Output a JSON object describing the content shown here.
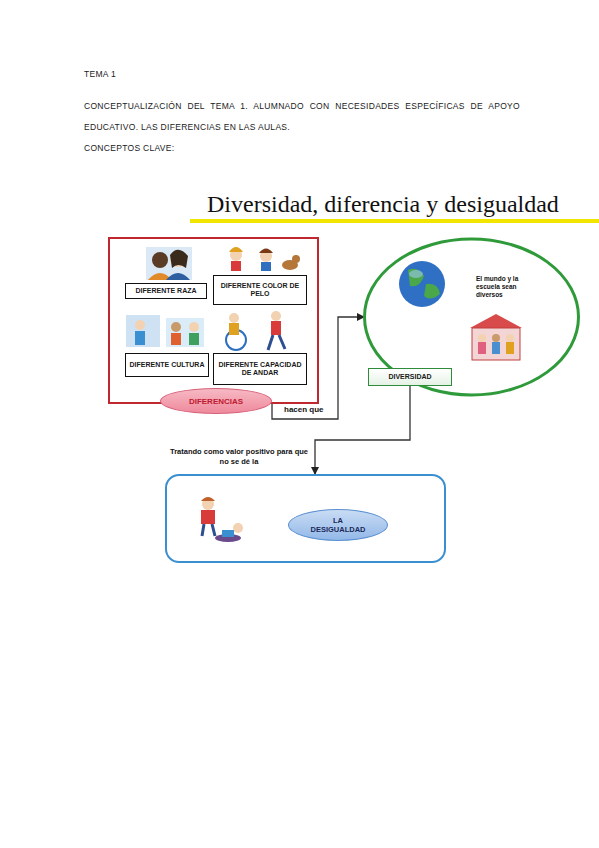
{
  "diagram": {
    "title": "Diversidad, diferencia y desigualdad",
    "nodes": [
      {
        "text": [
          "DIFERENCIAS"
        ]
      },
      {
        "text": [
          "DIFERENTE RAZA"
        ],
        "in": 0
      },
      {
        "text": [
          "DIFERENTE COLOR DE PELO"
        ],
        "in": 0
      },
      {
        "text": [
          "DIFERENTE CULTURA"
        ],
        "in": 0
      },
      {
        "text": [
          "DIFERENTE CAPACIDAD DE ANDAR"
        ],
        "in": 0
      },
      {
        "text": [
          "El mundo y la escuela sean diversos"
        ]
      },
      {
        "text": [
          "DIVERSIDAD"
        ],
        "in": 5
      },
      {
        "text": [
          "LA DESIGUALDAD"
        ]
      }
    ],
    "edges": [
      {
        "from": 0,
        "to": 5,
        "label": "hacen que",
        "arrow": "to"
      },
      {
        "from": 6,
        "to": 7,
        "label": "Tratando como valor positivo para que no se dé la",
        "arrow": "to"
      }
    ],
    "labels": [
      "TEMA 1",
      "CONCEPTUALIZACIÓN DEL TEMA 1. ALUMNADO CON NECESIDADES ESPECÍFICAS DE APOYO EDUCATIVO. LAS DIFERENCIAS EN LAS AULAS.",
      "CONCEPTOS CLAVE:"
    ]
  }
}
